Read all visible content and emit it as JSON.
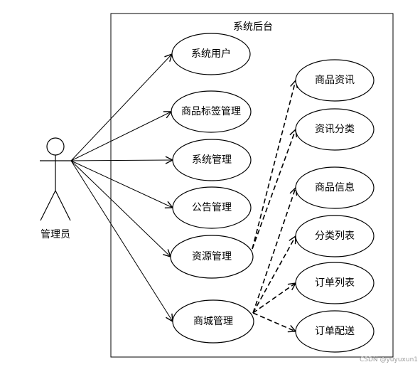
{
  "system": {
    "title": "系统后台"
  },
  "actor": {
    "label": "管理员"
  },
  "use_cases": [
    {
      "id": "system-user",
      "label": "系统用户"
    },
    {
      "id": "product-tag-management",
      "label": "商品标签管理"
    },
    {
      "id": "system-management",
      "label": "系统管理"
    },
    {
      "id": "announcement-management",
      "label": "公告管理"
    },
    {
      "id": "resource-management",
      "label": "资源管理"
    },
    {
      "id": "mall-management",
      "label": "商城管理"
    },
    {
      "id": "product-news",
      "label": "商品资讯"
    },
    {
      "id": "news-category",
      "label": "资讯分类"
    },
    {
      "id": "product-info",
      "label": "商品信息"
    },
    {
      "id": "category-list",
      "label": "分类列表"
    },
    {
      "id": "order-list",
      "label": "订单列表"
    },
    {
      "id": "order-delivery",
      "label": "订单配送"
    }
  ],
  "associations": [
    {
      "from": "actor",
      "to": "system-user"
    },
    {
      "from": "actor",
      "to": "product-tag-management"
    },
    {
      "from": "actor",
      "to": "system-management"
    },
    {
      "from": "actor",
      "to": "announcement-management"
    },
    {
      "from": "actor",
      "to": "resource-management"
    },
    {
      "from": "actor",
      "to": "mall-management"
    }
  ],
  "dependencies": [
    {
      "from": "resource-management",
      "to": "product-news"
    },
    {
      "from": "resource-management",
      "to": "news-category"
    },
    {
      "from": "mall-management",
      "to": "product-info"
    },
    {
      "from": "mall-management",
      "to": "category-list"
    },
    {
      "from": "mall-management",
      "to": "order-list"
    },
    {
      "from": "mall-management",
      "to": "order-delivery"
    }
  ],
  "watermark": "CSDN @yuyuxun1"
}
